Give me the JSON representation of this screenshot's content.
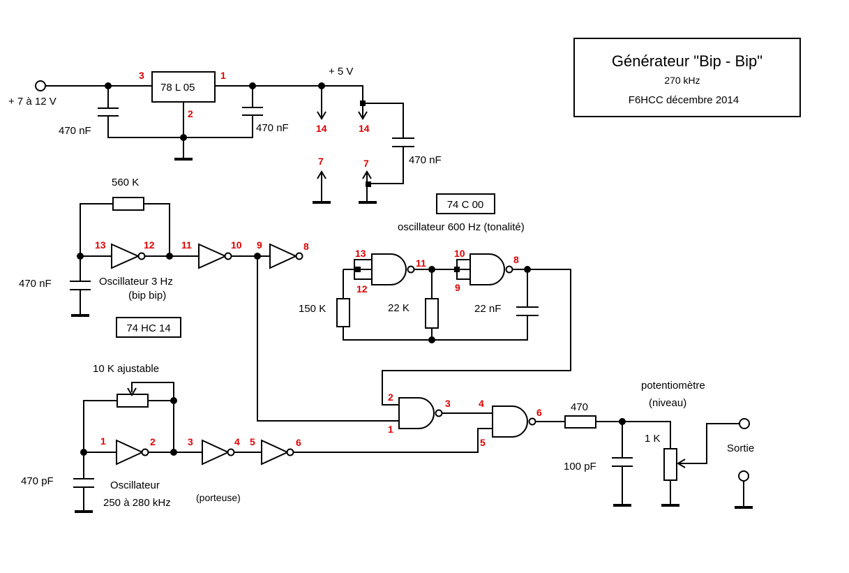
{
  "title_block": {
    "title": "Générateur \"Bip - Bip\"",
    "frequency": "270 kHz",
    "author": "F6HCC  décembre  2014"
  },
  "power": {
    "input_label": "+ 7 à 12 V",
    "regulator": "78 L 05",
    "reg_pin_in": "3",
    "reg_pin_out": "1",
    "reg_pin_gnd": "2",
    "cap_in": "470 nF",
    "cap_out": "470 nF",
    "rail_label": "+ 5 V",
    "vcc_pin_a": "14",
    "vcc_pin_b": "14",
    "gnd_pin_a": "7",
    "gnd_pin_b": "7",
    "decoupling_cap": "470 nF"
  },
  "ic_labels": {
    "nand_ic": "74 C 00",
    "inverter_ic": "74 HC 14"
  },
  "bip_oscillator": {
    "resistor": "560 K",
    "capacitor": "470 nF",
    "caption_1": "Oscillateur 3 Hz",
    "caption_2": "(bip bip)",
    "pins": [
      "13",
      "12",
      "11",
      "10",
      "9",
      "8"
    ]
  },
  "tone_oscillator": {
    "caption": "oscillateur 600 Hz (tonalité)",
    "r1": "150 K",
    "r2": "22 K",
    "cap": "22 nF",
    "pins": [
      "13",
      "12",
      "11",
      "10",
      "9",
      "8"
    ]
  },
  "carrier_oscillator": {
    "trimmer": "10 K ajustable",
    "capacitor": "470 pF",
    "caption_1": "Oscillateur",
    "caption_2": "250 à 280 kHz",
    "caption_3": "(porteuse)",
    "pins": [
      "1",
      "2",
      "3",
      "4",
      "5",
      "6"
    ]
  },
  "mixer": {
    "pins": [
      "2",
      "1",
      "3",
      "4",
      "5",
      "6"
    ]
  },
  "output": {
    "resistor": "470",
    "capacitor": "100 pF",
    "pot_caption_1": "potentiomètre",
    "pot_caption_2": "(niveau)",
    "pot_value": "1 K",
    "out_label": "Sortie"
  }
}
